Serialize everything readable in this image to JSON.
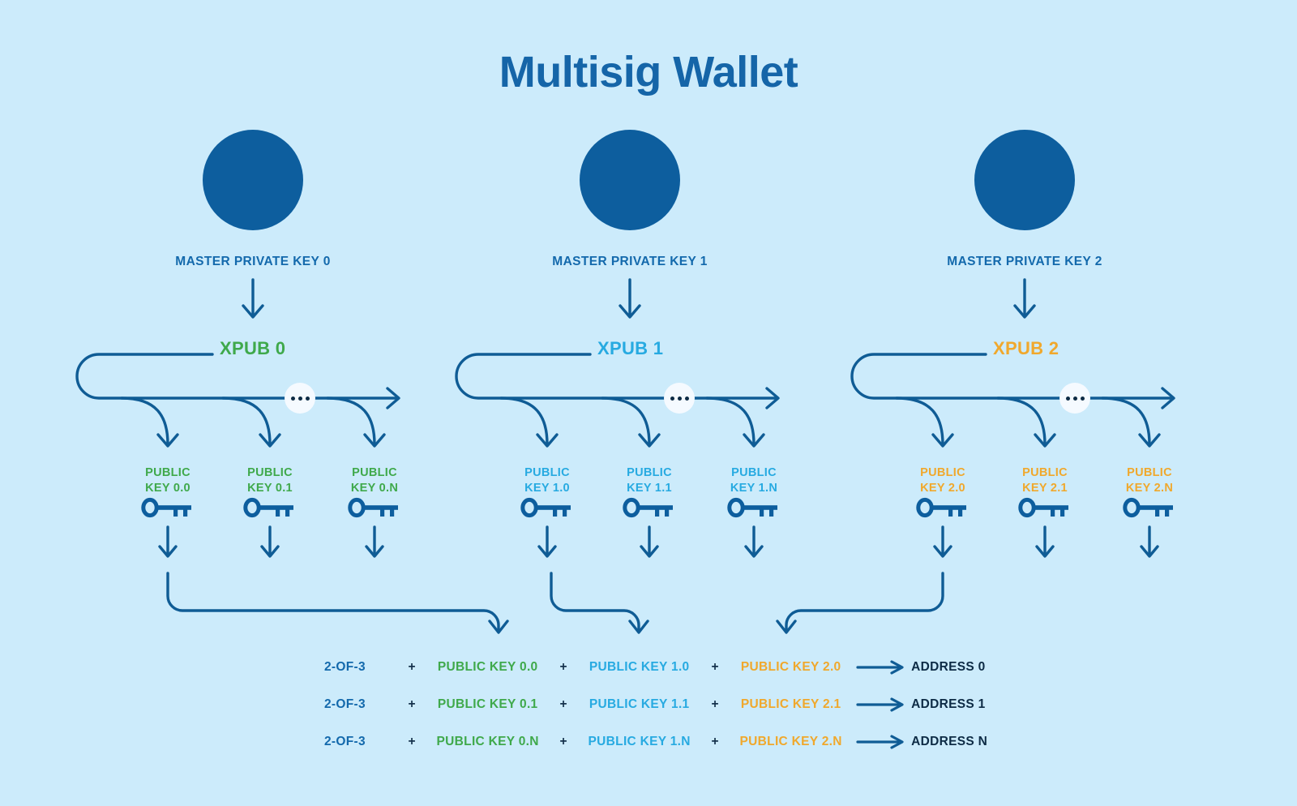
{
  "title": "Multisig Wallet",
  "background_color": "#CCEBFB",
  "colors": {
    "brand_blue": "#0D5E9E",
    "label_blue": "#1369AC",
    "line_blue": "#0F5C95",
    "green": "#3FA94B",
    "cyan": "#27AAE1",
    "orange": "#F0A82C",
    "address_text": "#0D2B45"
  },
  "branches": [
    {
      "master_label": "MASTER PRIVATE KEY 0",
      "master_icon": "key-icon",
      "xpub_label": "XPUB 0",
      "xpub_color": "#3FA94B",
      "ellipsis": "...",
      "public_keys": [
        {
          "line1": "PUBLIC",
          "line2": "KEY 0.0",
          "icon": "key-icon"
        },
        {
          "line1": "PUBLIC",
          "line2": "KEY 0.1",
          "icon": "key-icon"
        },
        {
          "line1": "PUBLIC",
          "line2": "KEY 0.N",
          "icon": "key-icon"
        }
      ]
    },
    {
      "master_label": "MASTER PRIVATE KEY 1",
      "master_icon": "key-icon",
      "xpub_label": "XPUB 1",
      "xpub_color": "#27AAE1",
      "ellipsis": "...",
      "public_keys": [
        {
          "line1": "PUBLIC",
          "line2": "KEY 1.0",
          "icon": "key-icon"
        },
        {
          "line1": "PUBLIC",
          "line2": "KEY 1.1",
          "icon": "key-icon"
        },
        {
          "line1": "PUBLIC",
          "line2": "KEY 1.N",
          "icon": "key-icon"
        }
      ]
    },
    {
      "master_label": "MASTER PRIVATE KEY 2",
      "master_icon": "key-icon",
      "xpub_label": "XPUB 2",
      "xpub_color": "#F0A82C",
      "ellipsis": "...",
      "public_keys": [
        {
          "line1": "PUBLIC",
          "line2": "KEY 2.0",
          "icon": "key-icon"
        },
        {
          "line1": "PUBLIC",
          "line2": "KEY 2.1",
          "icon": "key-icon"
        },
        {
          "line1": "PUBLIC",
          "line2": "KEY 2.N",
          "icon": "key-icon"
        }
      ]
    }
  ],
  "combinations": {
    "plus": "+",
    "arrow_icon": "arrow-right-icon",
    "rows": [
      {
        "threshold": "2-OF-3",
        "key0": "PUBLIC KEY 0.0",
        "key1": "PUBLIC KEY 1.0",
        "key2": "PUBLIC KEY 2.0",
        "address": "ADDRESS 0"
      },
      {
        "threshold": "2-OF-3",
        "key0": "PUBLIC KEY 0.1",
        "key1": "PUBLIC KEY 1.1",
        "key2": "PUBLIC KEY 2.1",
        "address": "ADDRESS 1"
      },
      {
        "threshold": "2-OF-3",
        "key0": "PUBLIC KEY 0.N",
        "key1": "PUBLIC KEY 1.N",
        "key2": "PUBLIC KEY 2.N",
        "address": "ADDRESS N"
      }
    ]
  }
}
